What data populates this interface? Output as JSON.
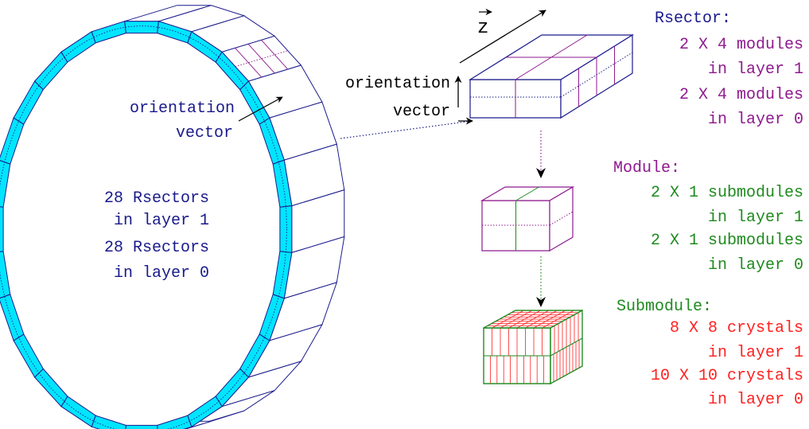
{
  "ring": {
    "label_lines": [
      "28 Rsectors",
      "in layer 1",
      "28 Rsectors",
      "in layer 0"
    ],
    "orientation_lines": [
      "orientation",
      "vector"
    ]
  },
  "rsector_box": {
    "axis_label": "z",
    "orientation_lines": [
      "orientation",
      "vector"
    ]
  },
  "descriptions": {
    "rsector": {
      "title": "Rsector:",
      "lines": [
        "2 X 4 modules",
        "in layer 1",
        "2 X 4 modules",
        "in layer 0"
      ]
    },
    "module": {
      "title": "Module:",
      "lines": [
        "2 X 1 submodules",
        "in layer 1",
        "2 X 1 submodules",
        "in layer 0"
      ]
    },
    "submodule": {
      "title": "Submodule:",
      "lines": [
        "8 X 8 crystals",
        "in layer 1",
        "10 X 10 crystals",
        "in layer 0"
      ]
    }
  },
  "colors": {
    "navy": "#1a1a8c",
    "cyan": "#00e5ff",
    "purple": "#8e1a8e",
    "green": "#1f8a1f",
    "red": "#ff2020",
    "black": "#000000"
  }
}
